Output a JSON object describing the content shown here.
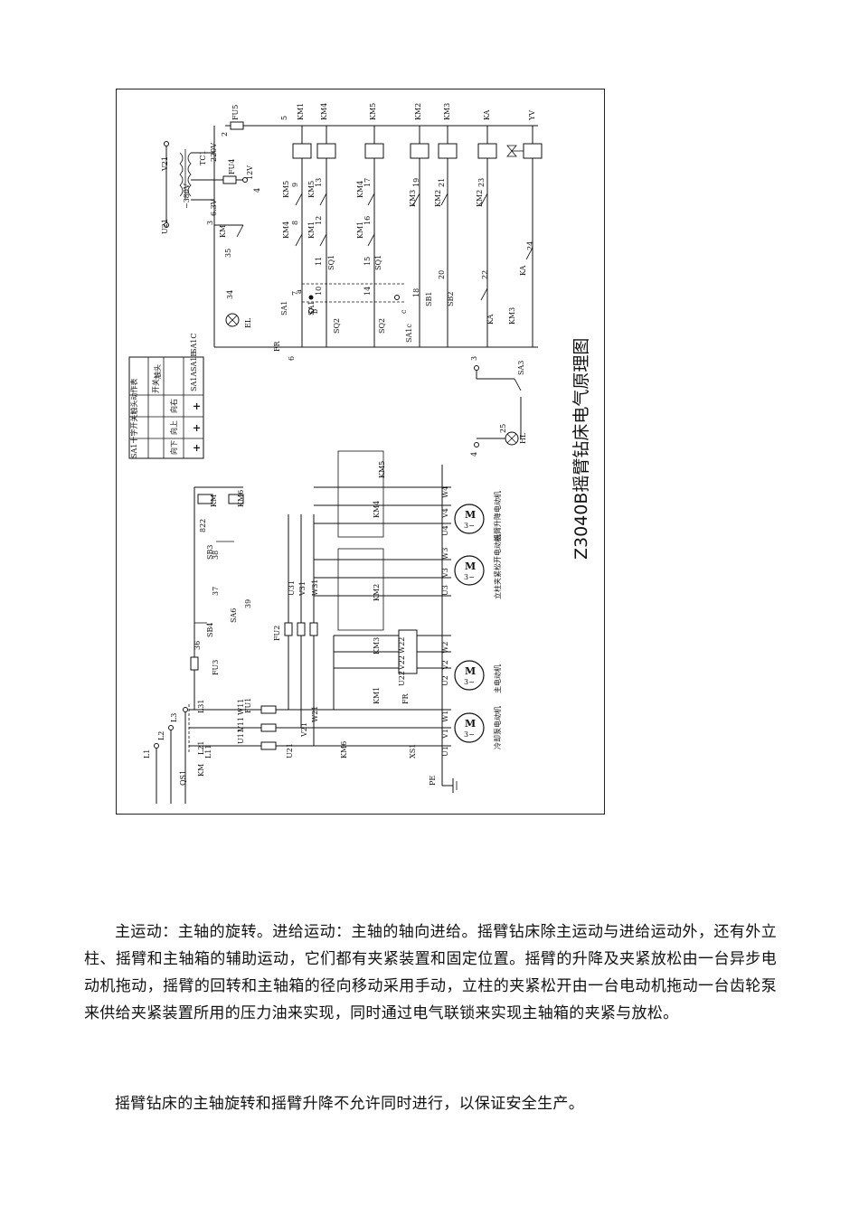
{
  "figure": {
    "title": "Z3040B摇臂钻床电气原理图",
    "table": {
      "caption": "SA1十字开关触头动作表",
      "corner_top": "开关",
      "corner_bottom": "触头",
      "headers": [
        "向右",
        "向上",
        "向下"
      ],
      "rows": [
        {
          "name": "SA1A",
          "marks": [
            "+",
            "",
            ""
          ]
        },
        {
          "name": "SA1B",
          "marks": [
            "",
            "+",
            ""
          ]
        },
        {
          "name": "SA1C",
          "marks": [
            "",
            "",
            "+"
          ]
        }
      ]
    },
    "motors": [
      {
        "id": "M1",
        "name": "冷却泵电动机"
      },
      {
        "id": "M2",
        "name": "主电动机"
      },
      {
        "id": "M3",
        "name": "立柱夹紧松开电动机"
      },
      {
        "id": "M4",
        "name": "摇臂升降电动机"
      }
    ],
    "motor_symbol": "M",
    "motor_phase": "3~",
    "labels": {
      "top_coils": [
        "FU5",
        "5",
        "KM1",
        "KM4",
        "KM5",
        "KM2",
        "KM3",
        "KA",
        "YV"
      ],
      "transformer": [
        "V21",
        "U21",
        "~380V",
        "TC1",
        "220V",
        "FU4",
        "12V",
        "6.3V",
        "2",
        "3",
        "4"
      ],
      "numbers": [
        "9",
        "13",
        "17",
        "19",
        "21",
        "23",
        "8",
        "12",
        "16",
        "11",
        "15",
        "7",
        "10",
        "14",
        "18",
        "20",
        "22",
        "24",
        "25",
        "34",
        "35",
        "6",
        "3",
        "4",
        "822",
        "37",
        "38",
        "36",
        "39"
      ],
      "contacts": [
        "KM5",
        "KM5",
        "KM4",
        "KM3",
        "KM2",
        "KM2",
        "KM4",
        "KM1",
        "KM1",
        "SQ1",
        "SQ1",
        "SB1",
        "SB2",
        "KA",
        "KM3",
        "KA",
        "SA1",
        "SA1",
        "SQ2",
        "SQ2",
        "SA1c",
        "a",
        "b",
        "c",
        "FR",
        "EL",
        "KM",
        "SA3",
        "HL"
      ],
      "power": [
        "L1",
        "L2",
        "L3",
        "QS1",
        "L11",
        "L21",
        "L31",
        "KM",
        "FU1",
        "U11",
        "V11",
        "W11",
        "U21",
        "V21",
        "W21",
        "KM6",
        "FU2",
        "FU3",
        "U31",
        "V31",
        "W31",
        "KM1",
        "FR",
        "XS1",
        "PE",
        "KM2",
        "KM3",
        "KM4",
        "KM5",
        "SB4",
        "SA6",
        "SB3",
        "KM",
        "KM6"
      ],
      "terminals": [
        "U1",
        "V1",
        "W1",
        "U2",
        "V2",
        "W2",
        "U3",
        "V3",
        "W3",
        "U4",
        "V4",
        "W4",
        "U22",
        "V22",
        "W22"
      ]
    }
  },
  "paragraphs": [
    "主运动：主轴的旋转。进给运动：主轴的轴向进给。摇臂钻床除主运动与进给运动外，还有外立柱、摇臂和主轴箱的辅助运动，它们都有夹紧装置和固定位置。摇臂的升降及夹紧放松由一台异步电动机拖动，摇臂的回转和主轴箱的径向移动采用手动，立柱的夹紧松开由一台电动机拖动一台齿轮泵来供给夹紧装置所用的压力油来实现，同时通过电气联锁来实现主轴箱的夹紧与放松。",
    "摇臂钻床的主轴旋转和摇臂升降不允许同时进行，以保证安全生产。"
  ]
}
